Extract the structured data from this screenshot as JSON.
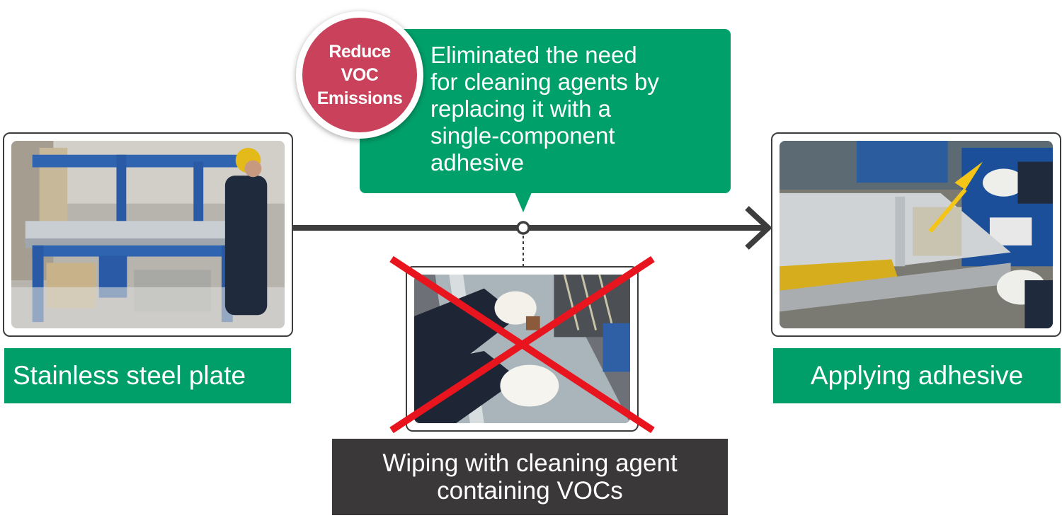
{
  "badge": {
    "lines": [
      "Reduce",
      "VOC",
      "Emissions"
    ]
  },
  "callout": {
    "lines": [
      "Eliminated the need",
      "for cleaning agents by",
      "replacing it with a",
      "single-component",
      "adhesive"
    ]
  },
  "left_step": {
    "label": "Stainless steel plate"
  },
  "right_step": {
    "label": "Applying adhesive"
  },
  "removed_step": {
    "lines": [
      "Wiping with cleaning agent",
      "containing VOCs"
    ]
  },
  "colors": {
    "green": "#009f6a",
    "badge_red": "#c9415a",
    "cross_red": "#e8141e",
    "dark": "#3b3839",
    "arrow": "#3d3d3d"
  }
}
